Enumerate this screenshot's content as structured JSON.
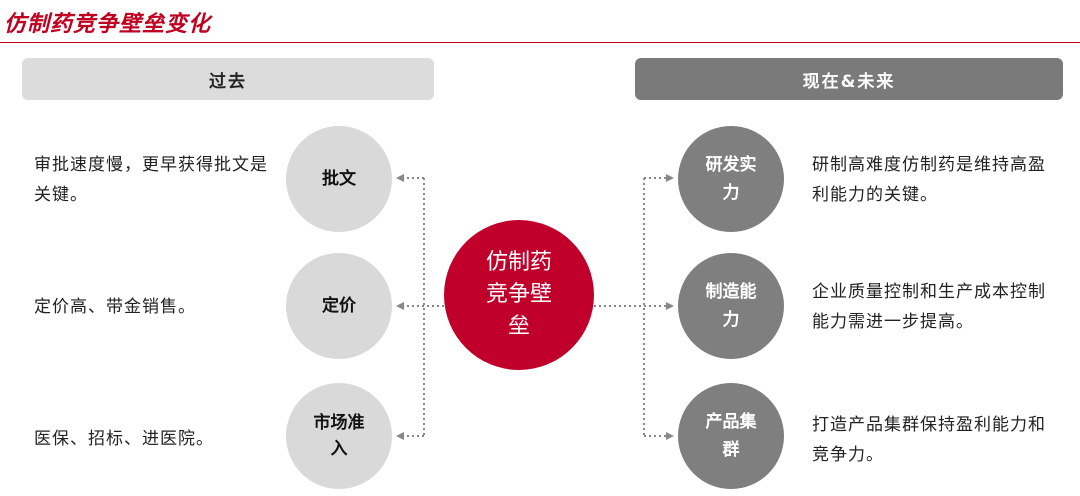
{
  "title": "仿制药竞争壁垒变化",
  "colors": {
    "accent": "#c00020",
    "center_circle": "#c0002a",
    "left_circle": "#d9d9d9",
    "right_circle": "#7f7f7f",
    "past_bar": "#dcdcdc",
    "now_bar": "#7a7a7a"
  },
  "past": {
    "header": "过去",
    "items": [
      {
        "label": "批文",
        "description": "审批速度慢，更早获得批文是关键。"
      },
      {
        "label": "定价",
        "description": "定价高、带金销售。"
      },
      {
        "label": "市场准入",
        "description": "医保、招标、进医院。"
      }
    ]
  },
  "center": {
    "label": "仿制药竞争壁垒"
  },
  "now": {
    "header": "现在&未来",
    "items": [
      {
        "label": "研发实力",
        "description": "研制高难度仿制药是维持高盈利能力的关键。"
      },
      {
        "label": "制造能力",
        "description": "企业质量控制和生产成本控制能力需进一步提高。"
      },
      {
        "label": "产品集群",
        "description": "打造产品集群保持盈利能力和竞争力。"
      }
    ]
  }
}
